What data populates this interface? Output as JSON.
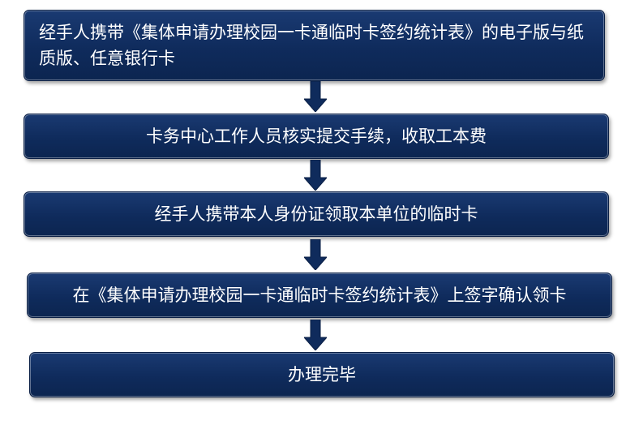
{
  "flowchart": {
    "steps": [
      "经手人携带《集体申请办理校园一卡通临时卡签约统计表》的电子版与纸质版、任意银行卡",
      "卡务中心工作人员核实提交手续，收取工本费",
      "经手人携带本人身份证领取本单位的临时卡",
      "在《集体申请办理校园一卡通临时卡签约统计表》上签字确认领卡",
      "办理完毕"
    ],
    "box_color": "#0f2b5c",
    "text_color": "#ffffff",
    "arrow_color": "#0f2b5c"
  }
}
